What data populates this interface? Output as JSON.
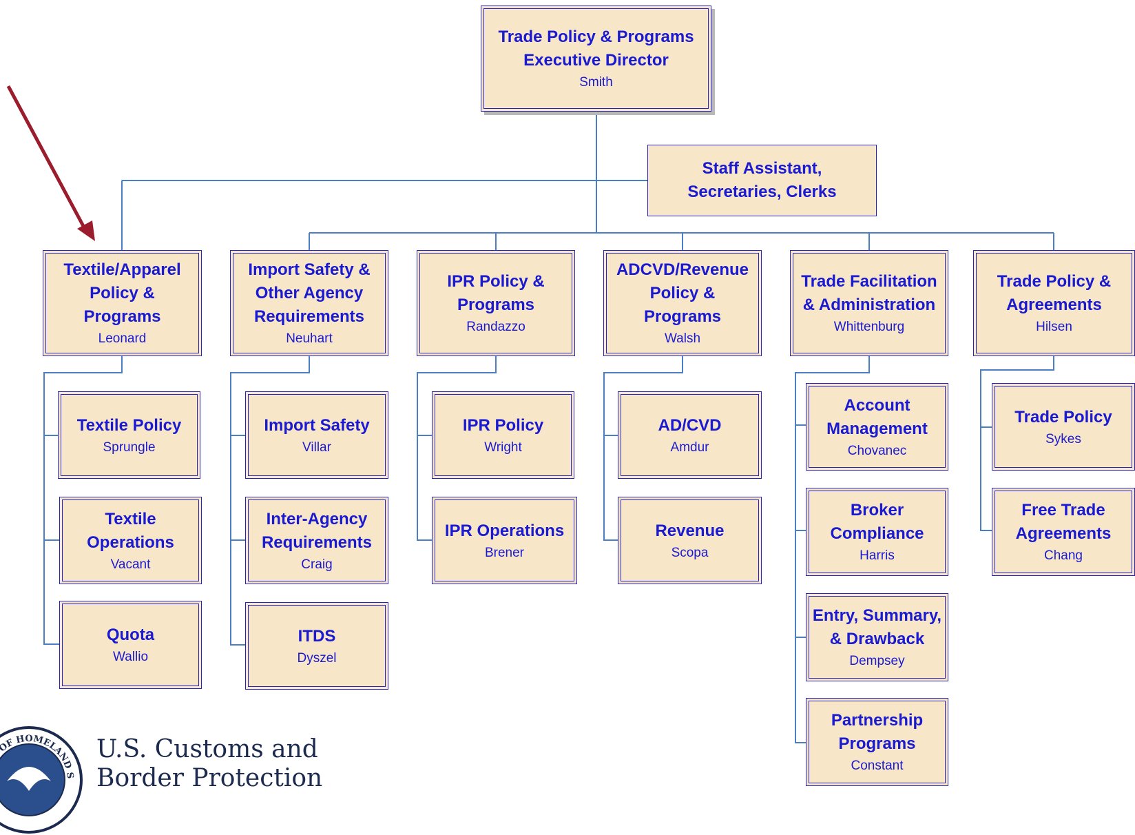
{
  "org_chart": {
    "executive": {
      "title": "Trade Policy & Programs Executive Director",
      "person": "Smith"
    },
    "staff": {
      "title": "Staff Assistant, Secretaries, Clerks"
    },
    "divisions": [
      {
        "title": "Textile/Apparel Policy & Programs",
        "person": "Leonard",
        "units": [
          {
            "title": "Textile Policy",
            "person": "Sprungle"
          },
          {
            "title": "Textile Operations",
            "person": "Vacant"
          },
          {
            "title": "Quota",
            "person": "Wallio"
          }
        ]
      },
      {
        "title": "Import Safety & Other Agency Requirements",
        "person": "Neuhart",
        "units": [
          {
            "title": "Import Safety",
            "person": "Villar"
          },
          {
            "title": "Inter-Agency Requirements",
            "person": "Craig"
          },
          {
            "title": "ITDS",
            "person": "Dyszel"
          }
        ]
      },
      {
        "title": "IPR Policy & Programs",
        "person": "Randazzo",
        "units": [
          {
            "title": "IPR Policy",
            "person": "Wright"
          },
          {
            "title": "IPR Operations",
            "person": "Brener"
          }
        ]
      },
      {
        "title": "ADCVD/Revenue Policy & Programs",
        "person": "Walsh",
        "units": [
          {
            "title": "AD/CVD",
            "person": "Amdur"
          },
          {
            "title": "Revenue",
            "person": "Scopa"
          }
        ]
      },
      {
        "title": "Trade Facilitation & Administration",
        "person": "Whittenburg",
        "units": [
          {
            "title": "Account Management",
            "person": "Chovanec"
          },
          {
            "title": "Broker Compliance",
            "person": "Harris"
          },
          {
            "title": "Entry, Summary, & Drawback",
            "person": "Dempsey"
          },
          {
            "title": "Partnership Programs",
            "person": "Constant"
          }
        ]
      },
      {
        "title": "Trade Policy & Agreements",
        "person": "Hilsen",
        "units": [
          {
            "title": "Trade Policy",
            "person": "Sykes"
          },
          {
            "title": "Free Trade Agreements",
            "person": "Chang"
          }
        ]
      }
    ]
  },
  "logo": {
    "line1": "U.S. Customs and",
    "line2": "Border Protection",
    "seal_text": "DEPARTMENT OF HOMELAND SECURITY"
  },
  "colors": {
    "box_fill": "#f8e6c8",
    "border": "#2323c8",
    "text": "#1a1ad0",
    "connector": "#4a7fc4",
    "arrow": "#9b1c2c"
  },
  "icons": {
    "arrow": "arrow-down-right-icon",
    "seal": "dhs-seal-icon"
  }
}
